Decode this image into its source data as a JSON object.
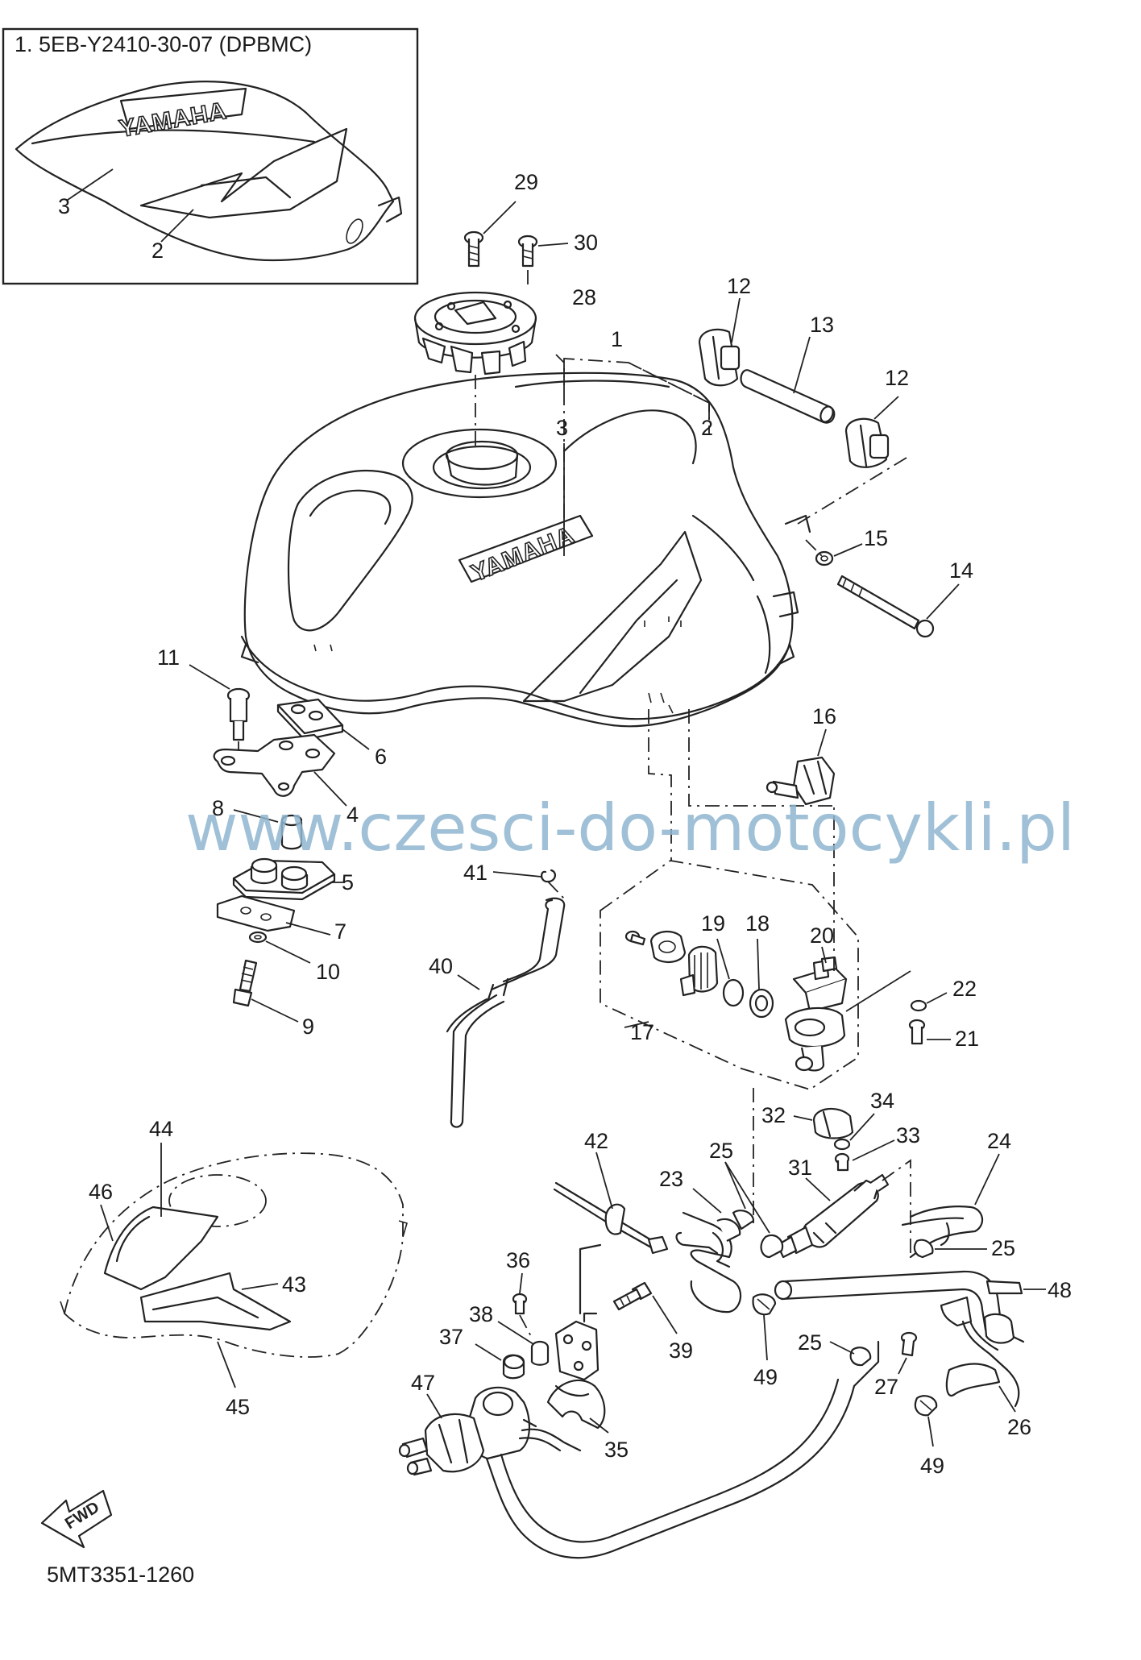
{
  "inset": {
    "title": "1. 5EB-Y2410-30-07 (DPBMC)"
  },
  "brand_text": "YAMAHA",
  "watermark": "www.czesci-do-motocykli.pl",
  "fwd_label": "FWD",
  "drawing_code": "5MT3351-1260",
  "callouts": {
    "c1": "1",
    "c2": "2",
    "c3": "3",
    "c4": "4",
    "c5": "5",
    "c6": "6",
    "c7": "7",
    "c8": "8",
    "c9": "9",
    "c10": "10",
    "c11": "11",
    "c12": "12",
    "c13": "13",
    "c14": "14",
    "c15": "15",
    "c16": "16",
    "c17": "17",
    "c18": "18",
    "c19": "19",
    "c20": "20",
    "c21": "21",
    "c22": "22",
    "c23": "23",
    "c24": "24",
    "c25": "25",
    "c26": "26",
    "c27": "27",
    "c28": "28",
    "c29": "29",
    "c30": "30",
    "c31": "31",
    "c32": "32",
    "c33": "33",
    "c34": "34",
    "c35": "35",
    "c36": "36",
    "c37": "37",
    "c38": "38",
    "c39": "39",
    "c40": "40",
    "c41": "41",
    "c42": "42",
    "c43": "43",
    "c44": "44",
    "c45": "45",
    "c46": "46",
    "c47": "47",
    "c48": "48",
    "c49": "49"
  }
}
